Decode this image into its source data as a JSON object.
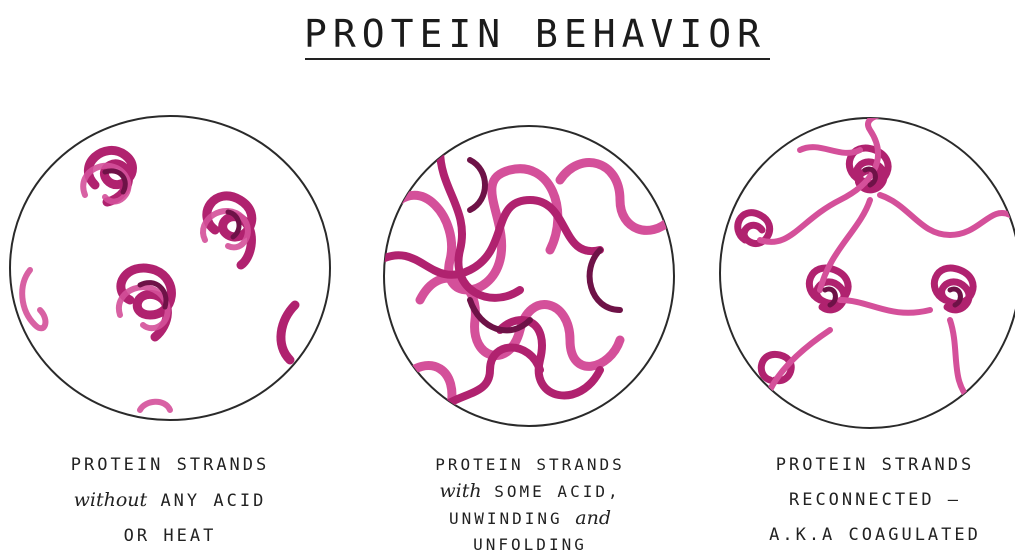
{
  "title": "PROTEIN BEHAVIOR",
  "colors": {
    "strand_light": "#d4509a",
    "strand_mid": "#b0226f",
    "strand_dark": "#6e1247",
    "outline": "#2a2a2a"
  },
  "panels": [
    {
      "state": "coiled",
      "caption": {
        "line1": "PROTEIN STRANDS",
        "line2_hand": "without",
        "line2_rest": "ANY ACID",
        "line3": "OR HEAT"
      }
    },
    {
      "state": "unwinding",
      "caption": {
        "line1": "PROTEIN STRANDS",
        "line2_hand": "with",
        "line2_rest": "SOME ACID,",
        "line3_start": "UNWINDING",
        "line3_hand": "and",
        "line4": "UNFOLDING"
      }
    },
    {
      "state": "coagulated",
      "caption": {
        "line1": "PROTEIN STRANDS",
        "line2": "RECONNECTED –",
        "line3": "A.K.A COAGULATED"
      }
    }
  ]
}
